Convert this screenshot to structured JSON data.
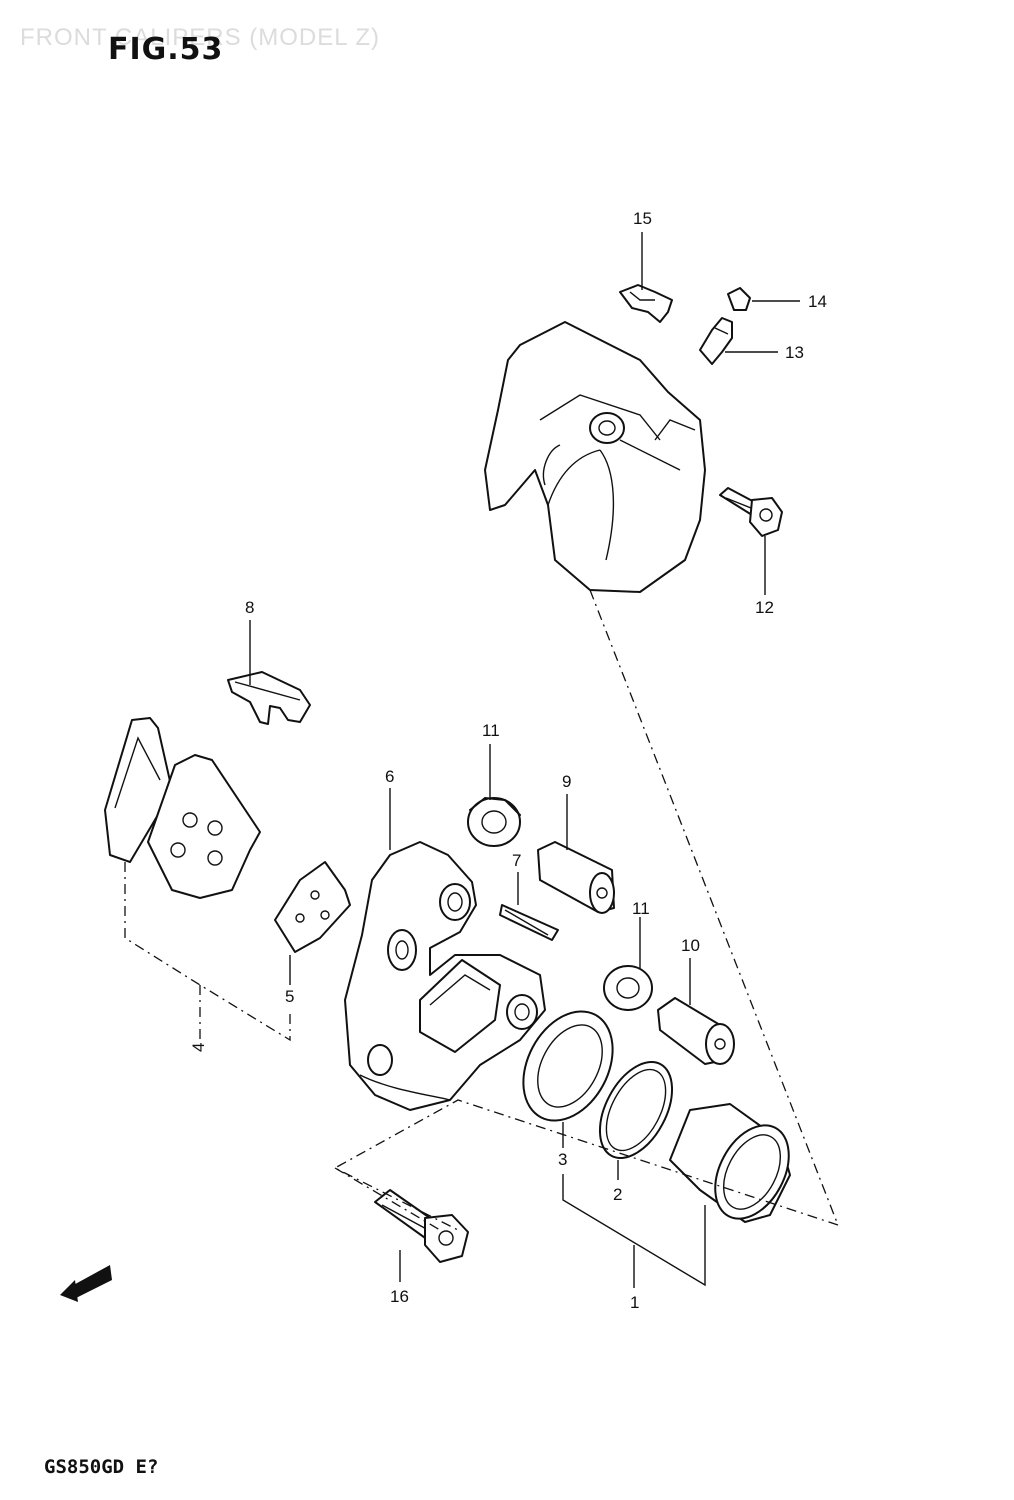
{
  "header": {
    "watermark": "FRONT CALIPERS (MODEL Z)",
    "figure": "FIG.53"
  },
  "footer": {
    "model_code": "GS850GD E?"
  },
  "fwd_icon": "fwd-arrow-icon",
  "parts": [
    {
      "ref": "1"
    },
    {
      "ref": "2"
    },
    {
      "ref": "3"
    },
    {
      "ref": "4"
    },
    {
      "ref": "5"
    },
    {
      "ref": "6"
    },
    {
      "ref": "7"
    },
    {
      "ref": "8"
    },
    {
      "ref": "9"
    },
    {
      "ref": "10"
    },
    {
      "ref": "11"
    },
    {
      "ref": "11"
    },
    {
      "ref": "12"
    },
    {
      "ref": "13"
    },
    {
      "ref": "14"
    },
    {
      "ref": "15"
    },
    {
      "ref": "16"
    }
  ]
}
